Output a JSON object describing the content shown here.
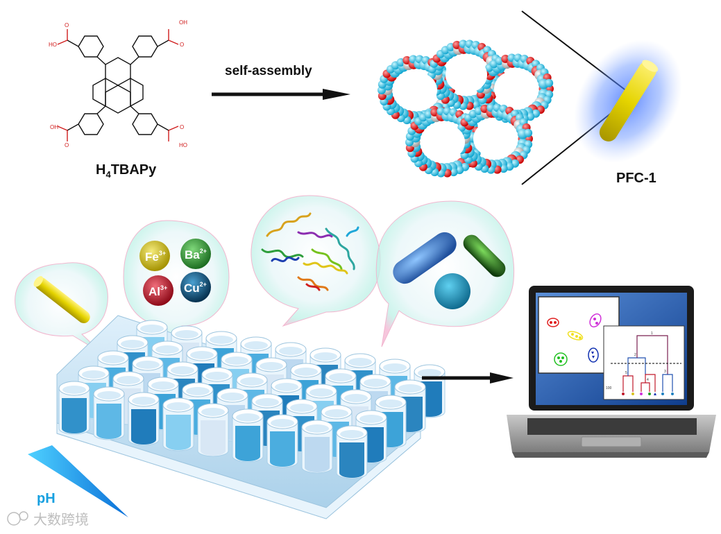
{
  "molecule": {
    "name_prefix": "H",
    "name_subscript": "4",
    "name_rest": "TBAPy",
    "carboxyl_labels": [
      "HO",
      "O",
      "OH",
      "O",
      "O",
      "OH",
      "HO",
      "O"
    ]
  },
  "arrow_top": {
    "label": "self-assembly"
  },
  "crystal": {
    "label": "PFC-1"
  },
  "ions": [
    {
      "symbol": "Fe",
      "charge": "3+",
      "color": "#c9b70f"
    },
    {
      "symbol": "Ba",
      "charge": "2+",
      "color": "#2f9a36"
    },
    {
      "symbol": "Al",
      "charge": "3+",
      "color": "#c0182a"
    },
    {
      "symbol": "Cu",
      "charge": "2+",
      "color": "#0d5a86"
    }
  ],
  "ph": {
    "label": "pH"
  },
  "watermark": {
    "text": "大数跨境"
  },
  "dendrogram": {
    "node_labels": [
      "1",
      "2",
      "3",
      "4",
      "5"
    ],
    "axis_label": "100"
  }
}
